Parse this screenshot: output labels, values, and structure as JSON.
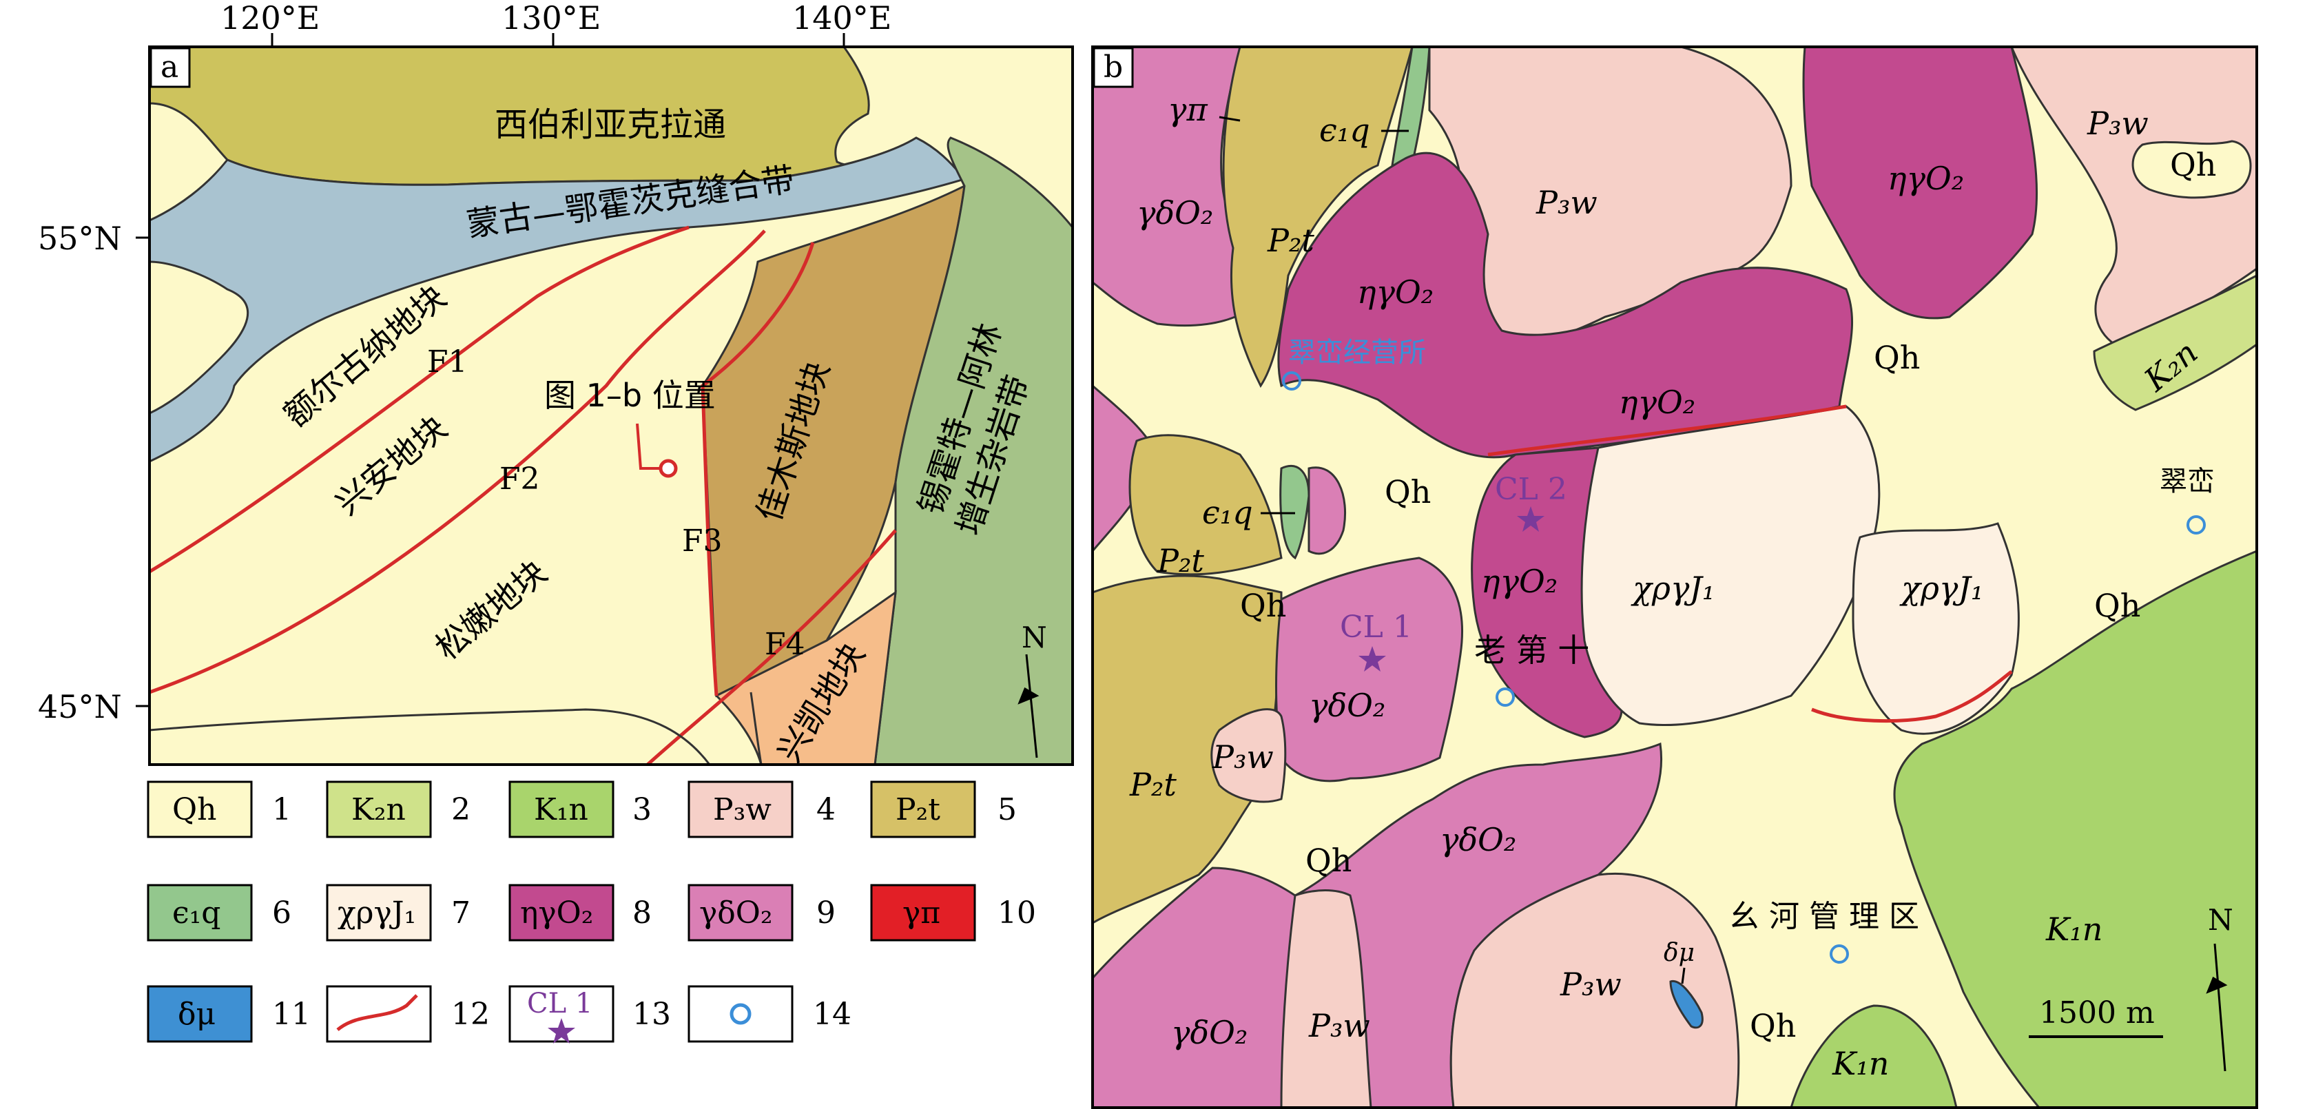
{
  "colors": {
    "qh": "#fdf9c9",
    "k2n": "#cfe28a",
    "k1n": "#a9d46c",
    "p3w": "#f6d0c8",
    "p2t": "#d6c167",
    "e1q": "#93c78d",
    "chi": "#fdf1e2",
    "eta": "#c24a8f",
    "gdo": "#da7fb5",
    "gpi": "#e21f26",
    "dmu": "#3e90d3",
    "siberia": "#cdc35d",
    "suture": "#a9c3d0",
    "jiamusi": "#c9a35a",
    "xihot": "#a5c388",
    "xingkai": "#f6bd8a",
    "fault": "#d52b2b",
    "star": "#7a3a9a",
    "locality": "#3b8ed8"
  },
  "panel_a": {
    "label": "a",
    "lon_ticks": [
      "120°E",
      "130°E",
      "140°E"
    ],
    "lat_ticks": [
      "55°N",
      "45°N"
    ],
    "units": {
      "siberia": "西伯利亚克拉通",
      "suture": "蒙古—鄂霍茨克缝合带",
      "erguna": "额尔古纳地块",
      "xingan": "兴安地块",
      "songnen": "松嫩地块",
      "jiamusi": "佳木斯地块",
      "xihot": "锡霍特—阿林",
      "xihot2": "增生杂岩带",
      "xingkai": "兴凯地块"
    },
    "faults": [
      "F1",
      "F2",
      "F3",
      "F4"
    ],
    "location_note": "图 1–b 位置",
    "north": "N"
  },
  "panel_b": {
    "label": "b",
    "units": {
      "qh": "Qh",
      "p3w": "P₃w",
      "p2t": "P₂t",
      "e1q": "ϵ₁q",
      "eta": "ηγO₂",
      "gdo": "γδO₂",
      "chi": "χργJ₁",
      "gpi": "γπ",
      "k2n": "K₂n",
      "k1n": "K₁n",
      "dmu": "δμ"
    },
    "places": {
      "jingyingsuo": "翠峦经营所",
      "cuiluan": "翠峦",
      "laodishi": "老 第 十",
      "yaohe": "幺 河 管 理 区"
    },
    "samples": [
      "CL 1",
      "CL 2"
    ],
    "scale": "1500 m",
    "north": "N"
  },
  "legend": [
    {
      "no": "1",
      "label": "Qh"
    },
    {
      "no": "2",
      "label": "K₂n"
    },
    {
      "no": "3",
      "label": "K₁n"
    },
    {
      "no": "4",
      "label": "P₃w"
    },
    {
      "no": "5",
      "label": "P₂t"
    },
    {
      "no": "6",
      "label": "ϵ₁q"
    },
    {
      "no": "7",
      "label": "χργJ₁"
    },
    {
      "no": "8",
      "label": "ηγO₂"
    },
    {
      "no": "9",
      "label": "γδO₂"
    },
    {
      "no": "10",
      "label": "γπ"
    },
    {
      "no": "11",
      "label": "δμ"
    },
    {
      "no": "12",
      "label": ""
    },
    {
      "no": "13",
      "label": "CL 1"
    },
    {
      "no": "14",
      "label": ""
    }
  ]
}
